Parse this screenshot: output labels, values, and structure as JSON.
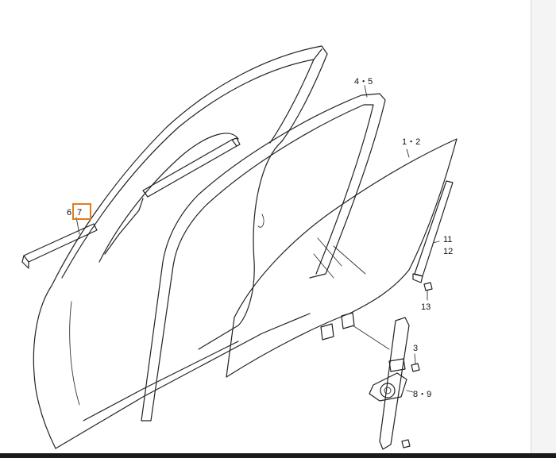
{
  "callouts": {
    "c45": "4・5",
    "c12": "1・2",
    "c6": "6",
    "c7": "7",
    "c11": "11",
    "c12b": "12",
    "c13": "13",
    "c3": "3",
    "c89": "8・9"
  },
  "colors": {
    "line": "#222222",
    "highlight": "#e07b1f",
    "background": "#ffffff"
  },
  "selected_callout": "7"
}
